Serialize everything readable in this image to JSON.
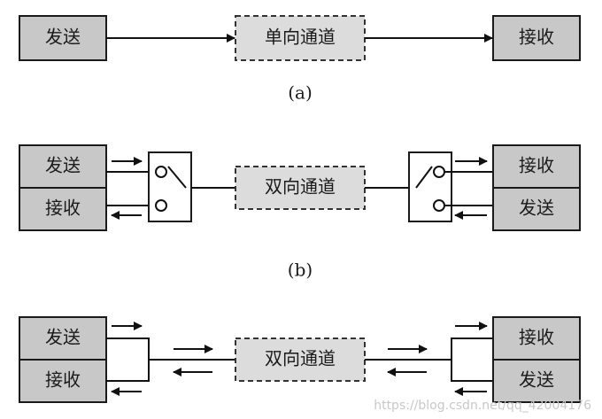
{
  "diagram": {
    "a": {
      "send": "发送",
      "channel": "单向通道",
      "receive": "接收",
      "caption": "(a)"
    },
    "b": {
      "left_top": "发送",
      "left_bottom": "接收",
      "channel": "双向通道",
      "right_top": "接收",
      "right_bottom": "发送",
      "caption": "(b)"
    },
    "c": {
      "left_top": "发送",
      "left_bottom": "接收",
      "channel": "双向通道",
      "right_top": "接收",
      "right_bottom": "发送"
    }
  },
  "watermark": "https://blog.csdn.net/qq_42004176"
}
